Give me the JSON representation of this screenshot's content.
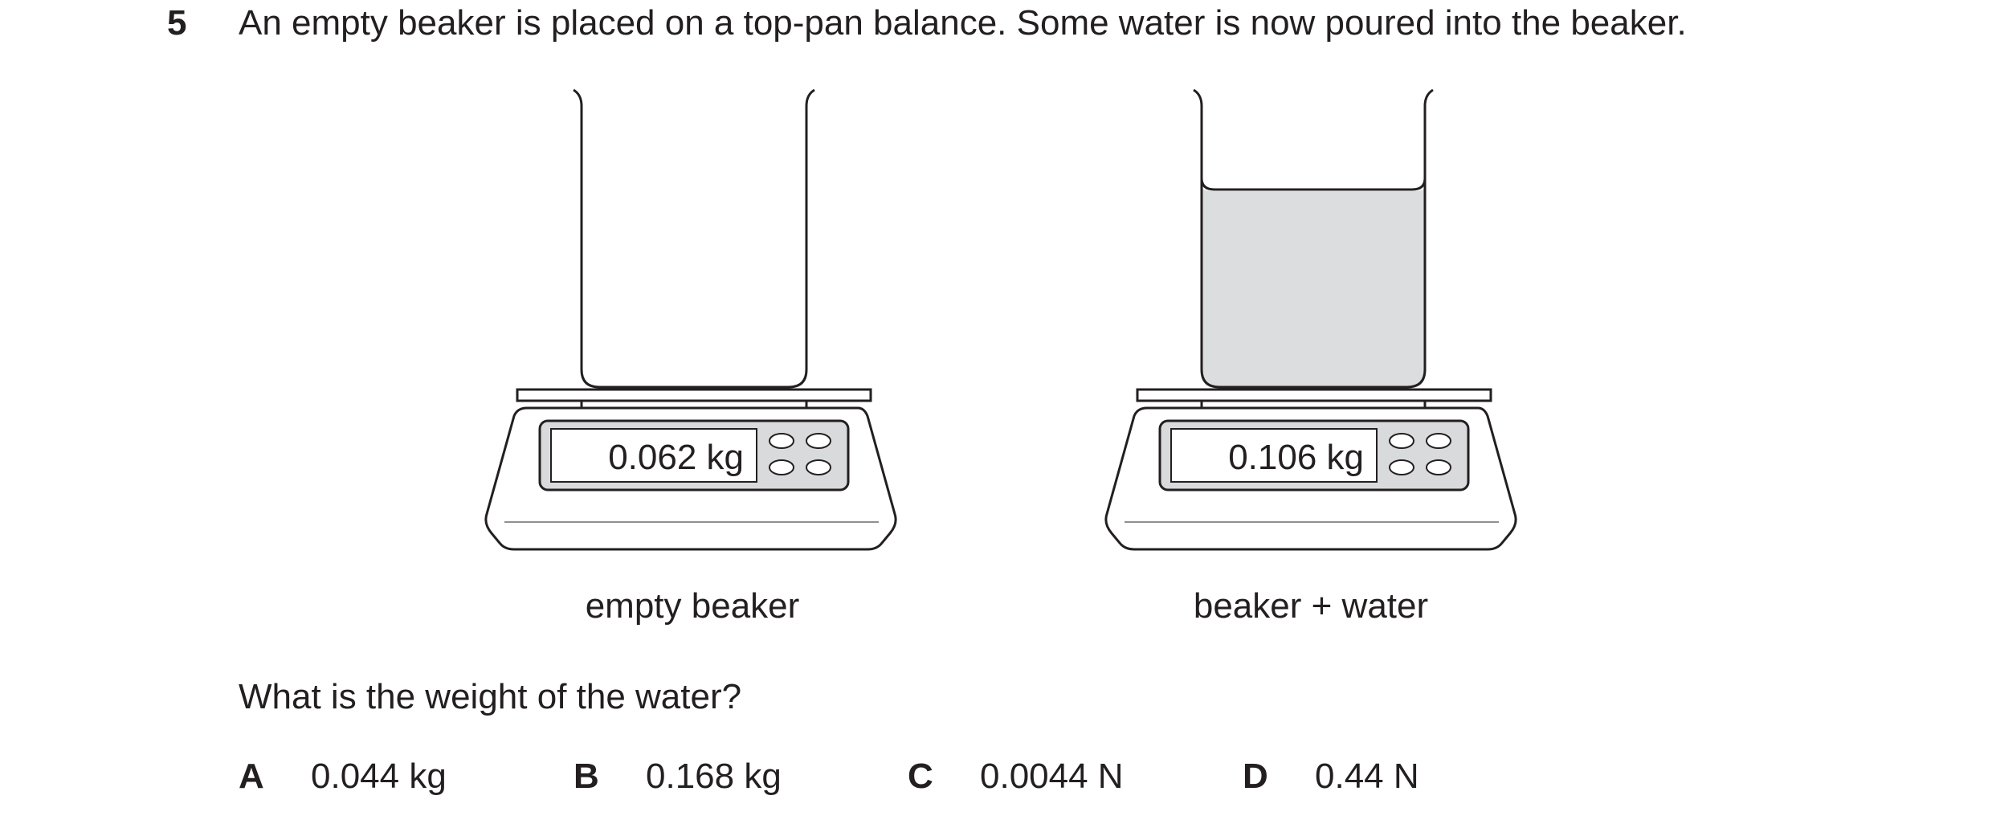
{
  "question": {
    "number": "5",
    "stem": "An empty beaker is placed on a top-pan balance. Some water is now poured into the beaker.",
    "prompt": "What is the weight of the water?"
  },
  "figure": {
    "left": {
      "reading": "0.062 kg",
      "caption": "empty beaker"
    },
    "right": {
      "reading": "0.106 kg",
      "caption": "beaker + water"
    },
    "colors": {
      "outline": "#231f20",
      "water": "#dcdddf",
      "display_panel": "#d9dadc"
    }
  },
  "options": [
    {
      "letter": "A",
      "value": "0.044 kg"
    },
    {
      "letter": "B",
      "value": "0.168 kg"
    },
    {
      "letter": "C",
      "value": "0.0044 N"
    },
    {
      "letter": "D",
      "value": "0.44 N"
    }
  ]
}
